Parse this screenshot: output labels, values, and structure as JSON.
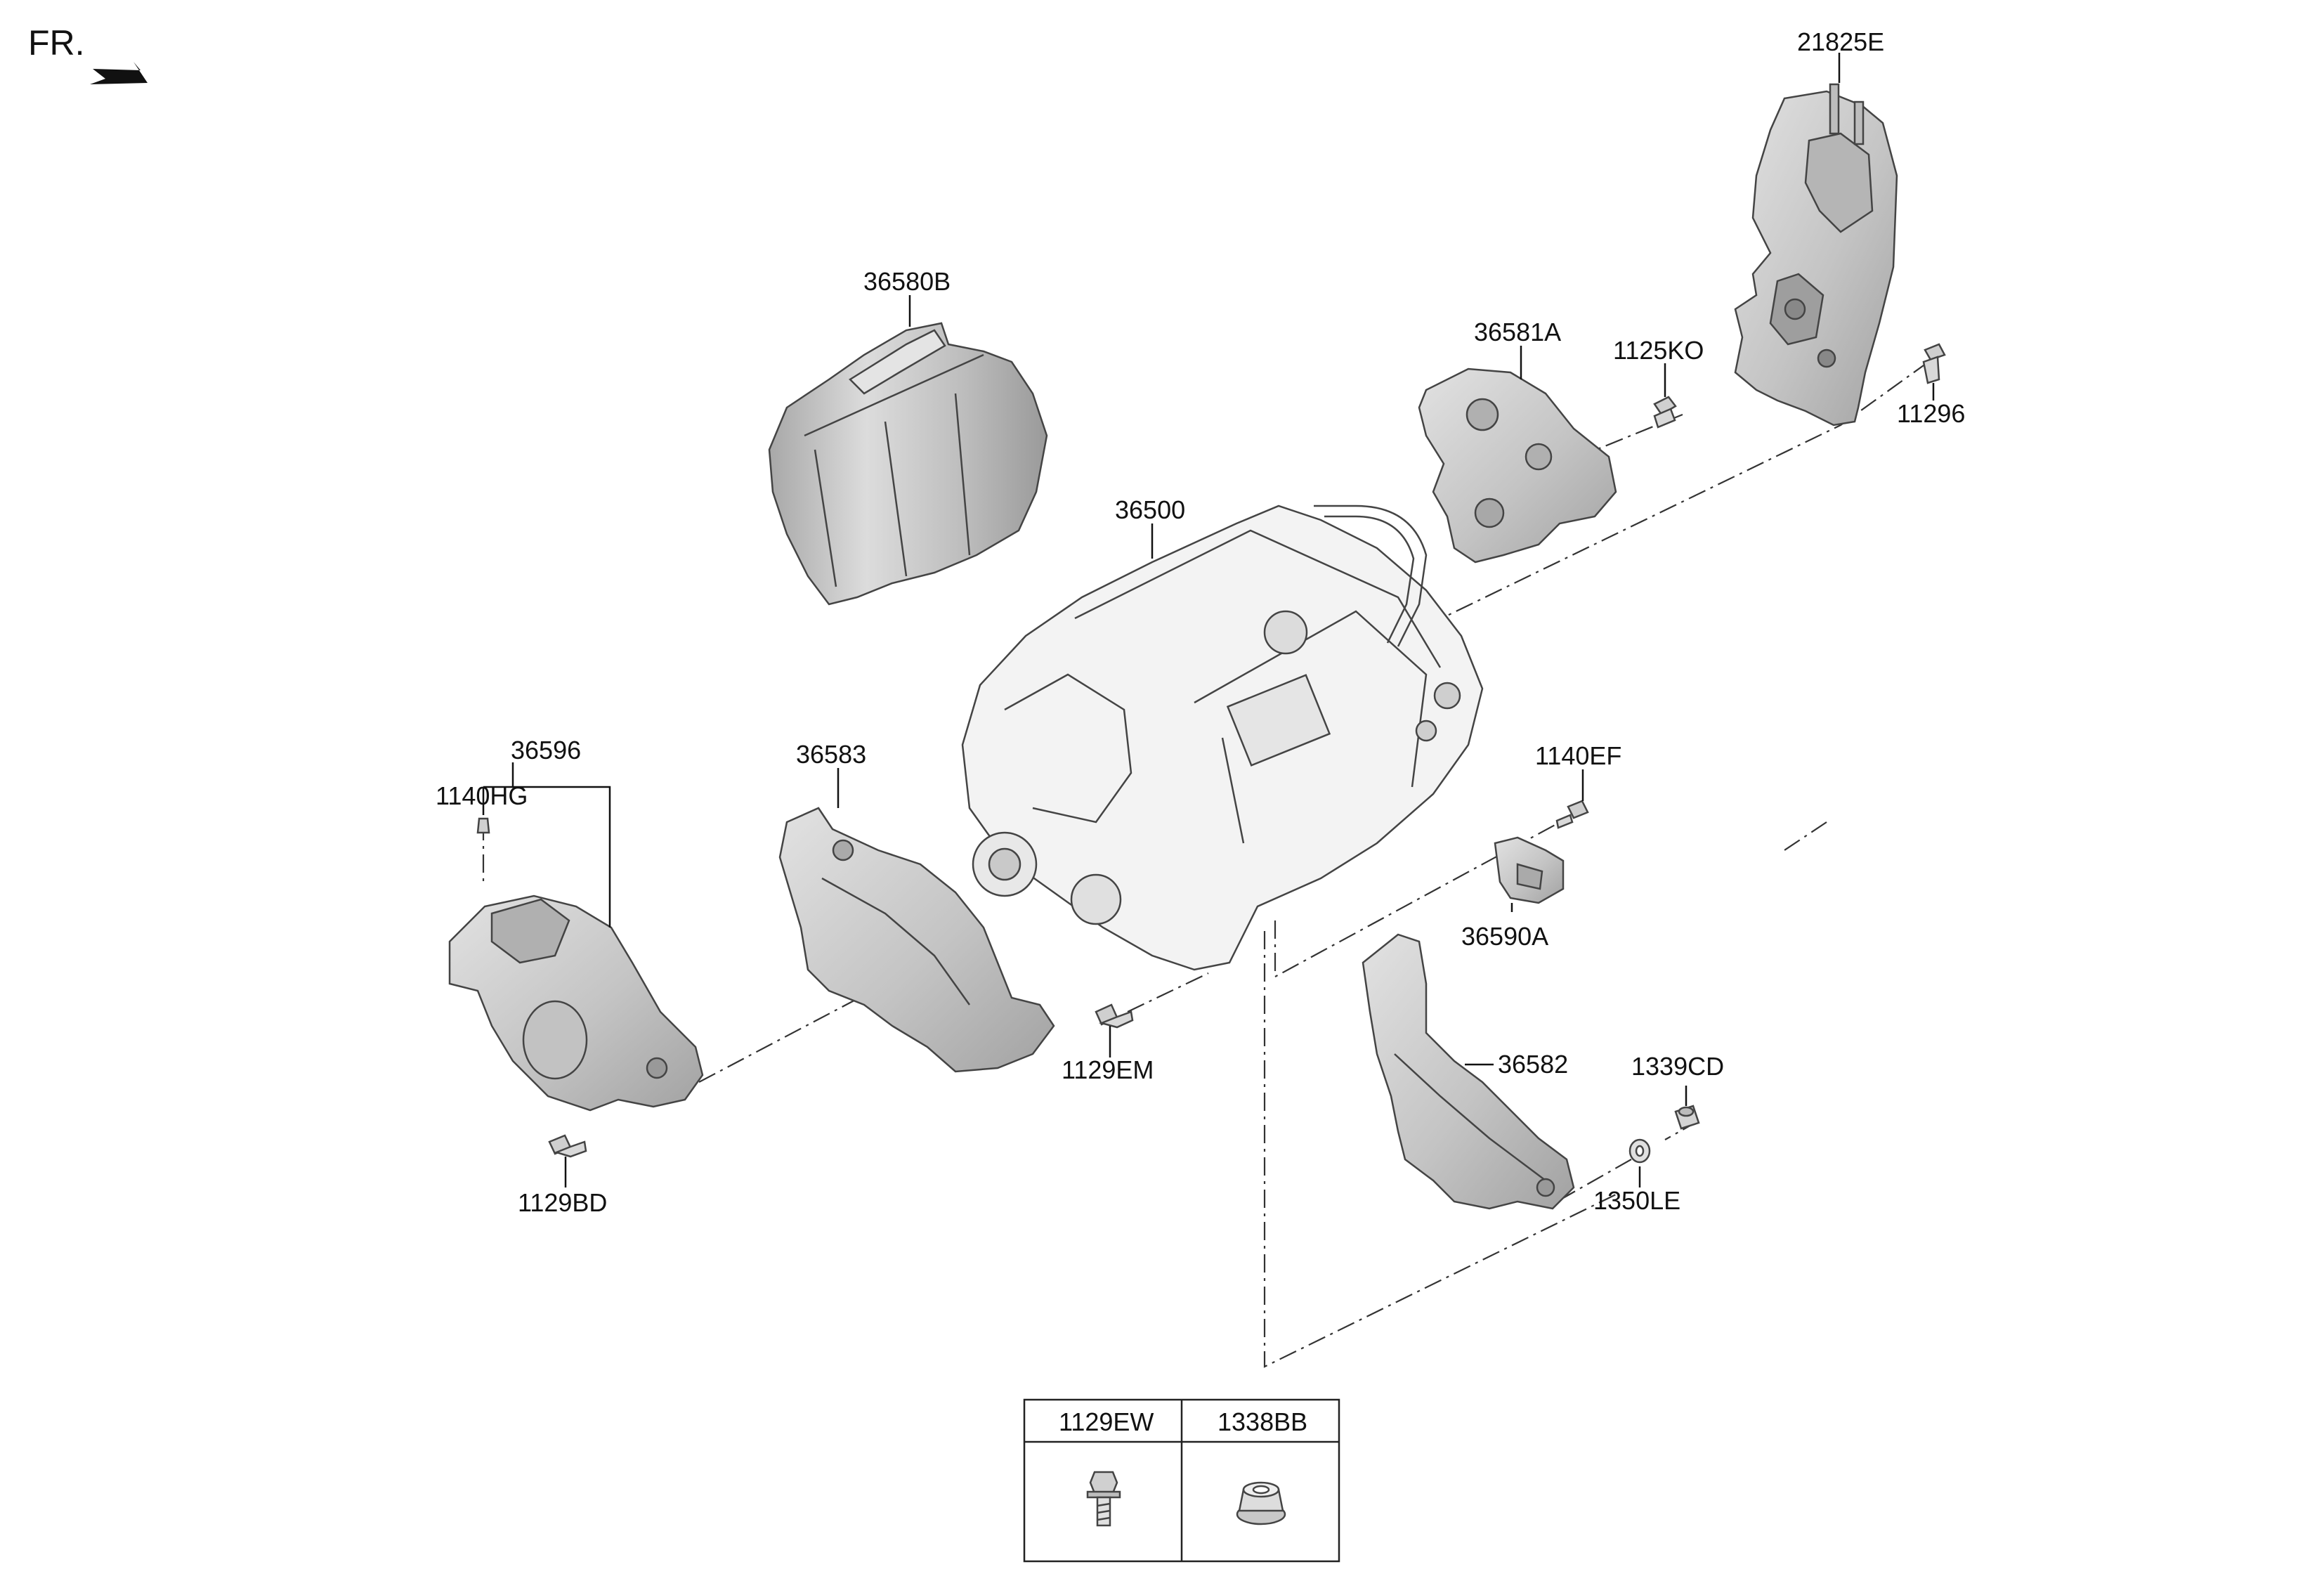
{
  "orientation": {
    "label": "FR."
  },
  "callouts": {
    "p21825E": "21825E",
    "p36580B": "36580B",
    "p36581A": "36581A",
    "p1125KO": "1125KO",
    "p11296": "11296",
    "p36500": "36500",
    "p36596": "36596",
    "p1140HG": "1140HG",
    "p36583": "36583",
    "p1140EF": "1140EF",
    "p36590A": "36590A",
    "p1129EM": "1129EM",
    "p36582": "36582",
    "p1339CD": "1339CD",
    "p1350LE": "1350LE",
    "p1129BD": "1129BD"
  },
  "legend_table": {
    "columns": [
      {
        "code": "1129EW",
        "icon": "flange-bolt-icon"
      },
      {
        "code": "1338BB",
        "icon": "flange-nut-icon"
      }
    ]
  },
  "colors": {
    "part_fill": "#cfcfcf",
    "part_shade": "#a9a9a9",
    "line": "#111111"
  }
}
